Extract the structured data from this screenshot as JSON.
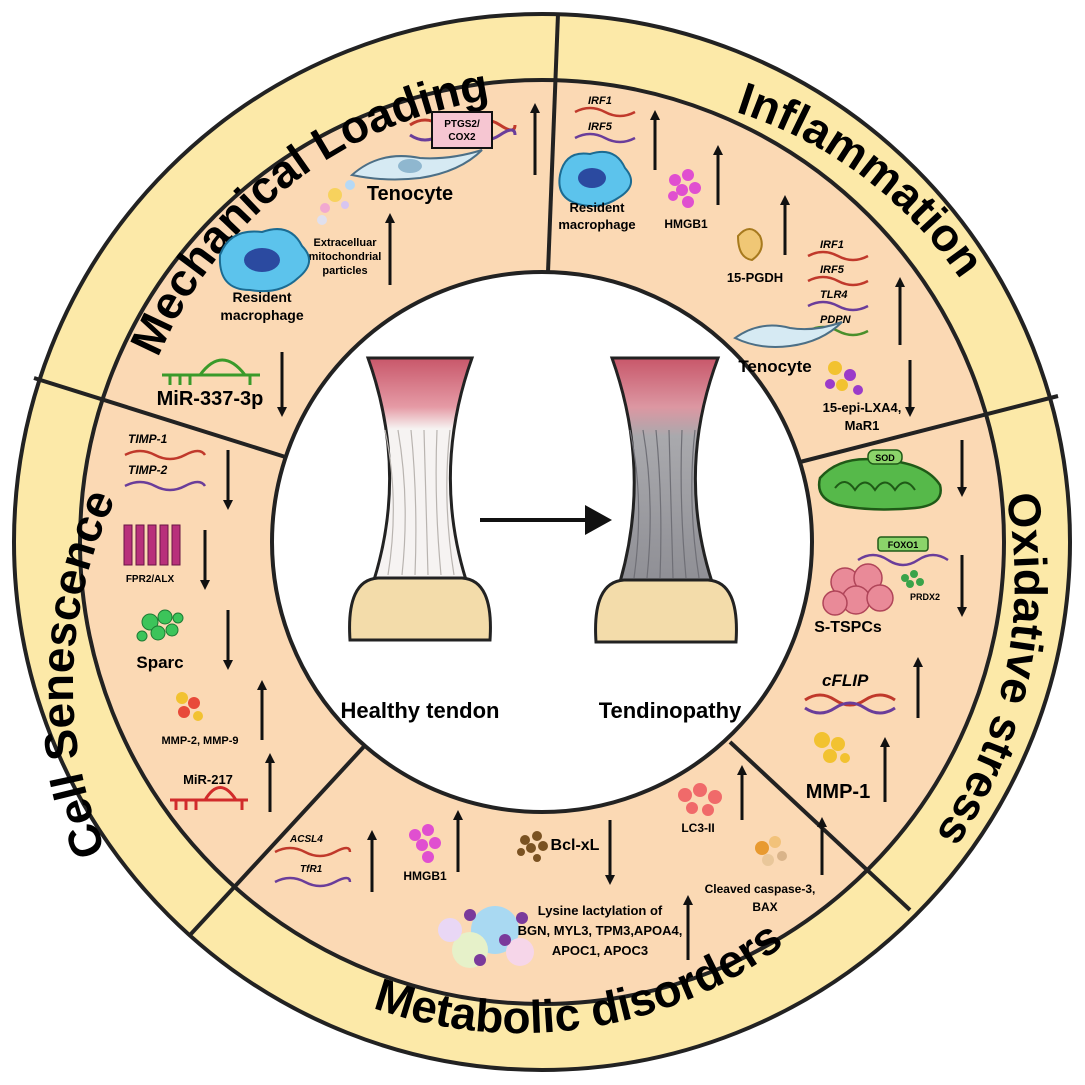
{
  "sectors": {
    "mechanical": "Mechanical Loading",
    "inflammation": "Inflammation",
    "oxidative": "Oxidative stress",
    "metabolic": "Metabolic disorders",
    "senescence": "Cell Senescence"
  },
  "center": {
    "healthy": "Healthy tendon",
    "tendinopathy": "Tendinopathy"
  },
  "mechanical_items": {
    "ptgs2_line1": "PTGS2/",
    "ptgs2_line2": "COX2",
    "tenocyte": "Tenocyte",
    "emp_line1": "Extracelluar",
    "emp_line2": "mitochondrial",
    "emp_line3": "particles",
    "macrophage_line1": "Resident",
    "macrophage_line2": "macrophage",
    "mir337": "MiR-337-3p"
  },
  "inflammation_items": {
    "irf1": "IRF1",
    "irf5": "IRF5",
    "macrophage_line1": "Resident",
    "macrophage_line2": "macrophage",
    "hmgb1": "HMGB1",
    "pgdh": "15-PGDH",
    "irf1b": "IRF1",
    "irf5b": "IRF5",
    "tlr4": "TLR4",
    "pdpn": "PDPN",
    "tenocyte": "Tenocyte",
    "lxa4_line1": "15-epi-LXA4,",
    "lxa4_line2": "MaR1"
  },
  "oxidative_items": {
    "sod": "SOD",
    "foxo1": "FOXO1",
    "prdx2": "PRDX2",
    "stspcs": "S-TSPCs",
    "cflip": "cFLIP",
    "mmp1": "MMP-1"
  },
  "metabolic_items": {
    "acsl4": "ACSL4",
    "tfr1": "TfR1",
    "hmgb1": "HMGB1",
    "bclxl": "Bcl-xL",
    "lactyl_line1": "Lysine lactylation of",
    "lactyl_line2": "BGN, MYL3, TPM3,APOA4,",
    "lactyl_line3": "APOC1, APOC3",
    "lc3": "LC3-II",
    "casp_line1": "Cleaved caspase-3,",
    "casp_line2": "BAX"
  },
  "senescence_items": {
    "timp1": "TIMP-1",
    "timp2": "TIMP-2",
    "fpr2": "FPR2/ALX",
    "sparc": "Sparc",
    "mmp29": "MMP-2, MMP-9",
    "mir217": "MiR-217"
  },
  "colors": {
    "outer_ring": "#fce9a8",
    "inner_ring": "#fbd9b4",
    "border": "#222222",
    "tendon_red": "#c8576a",
    "bone": "#f3dcaa",
    "dna_red": "#c0392b",
    "dna_purple": "#6a3d9a",
    "dna_green": "#4a8f2b"
  }
}
